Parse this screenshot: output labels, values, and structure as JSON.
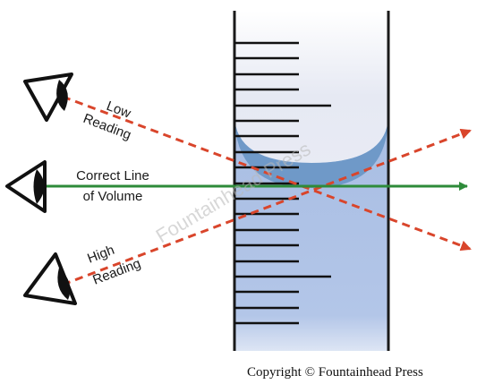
{
  "labels": {
    "low_line1": "Low",
    "low_line2": "Reading",
    "correct_line1": "Correct Line",
    "correct_line2": "of Volume",
    "high_line1": "High",
    "high_line2": "Reading"
  },
  "watermark": "Fountainhead Press",
  "copyright": "Copyright © Fountainhead Press",
  "colors": {
    "correct_line": "#2e8b3a",
    "low_high_lines": "#d9452b",
    "liquid": "#a9bde0",
    "meniscus": "#6f99c8",
    "tube_wall": "#1a1a1a",
    "tube_background": "#e4e8f2"
  },
  "icons": [
    "eye-icon-low",
    "eye-icon-correct",
    "eye-icon-high"
  ]
}
